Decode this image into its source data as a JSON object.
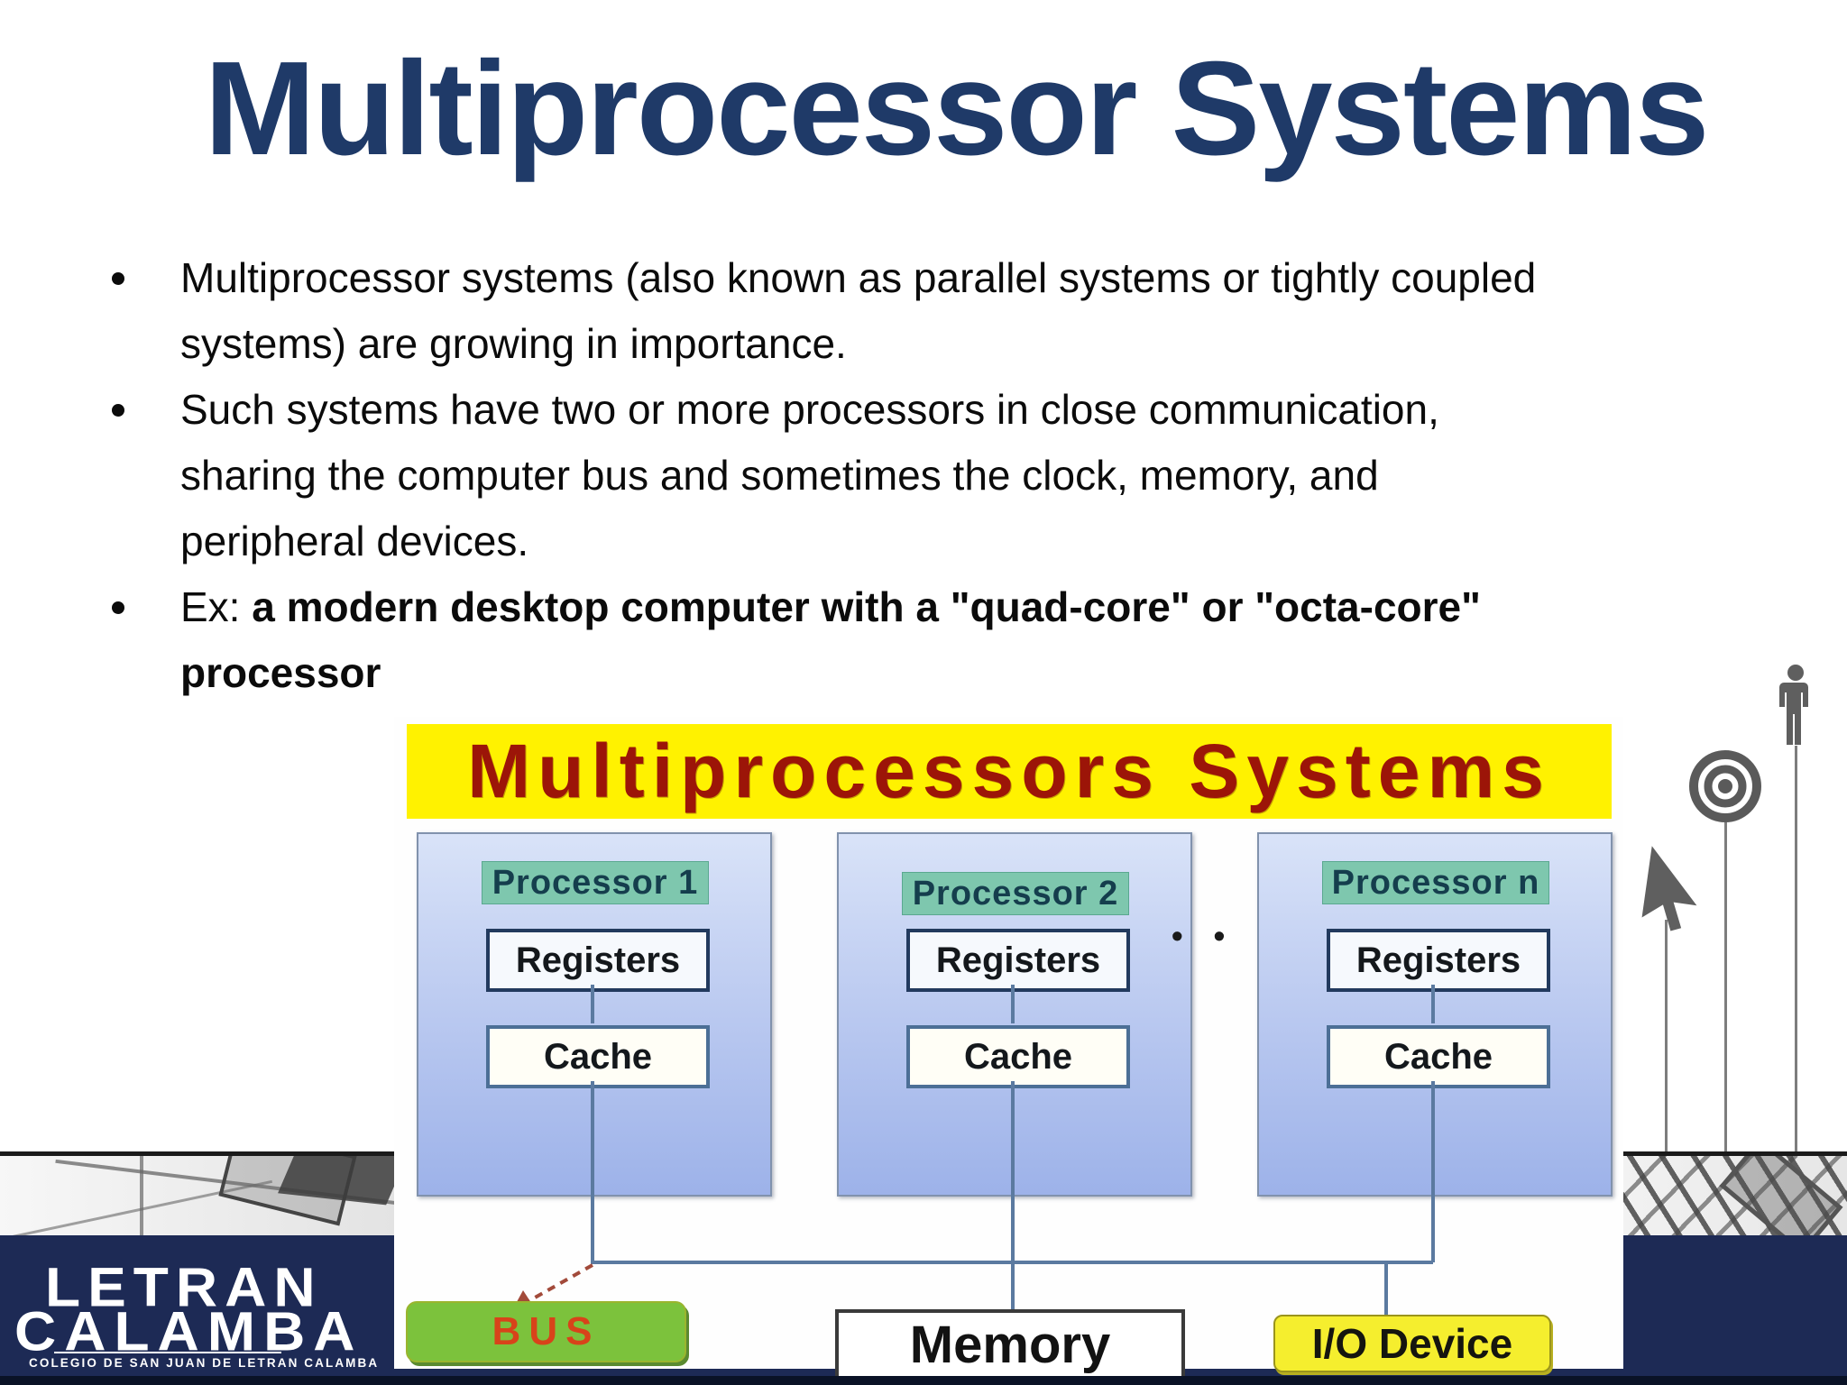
{
  "slide": {
    "title": "Multiprocessor Systems",
    "bullets": [
      {
        "normal": [
          "Multiprocessor systems (also known as parallel systems or tightly coupled",
          "systems) are growing in importance."
        ],
        "bold": ""
      },
      {
        "normal": [
          "Such systems have two or more processors in close communication,",
          "sharing the computer bus and sometimes the clock, memory, and",
          "peripheral devices."
        ],
        "bold": ""
      },
      {
        "normal": "Ex: ",
        "bold": [
          "a modern desktop computer with a \"quad-core\" or \"octa-core\"",
          "processor"
        ]
      }
    ]
  },
  "diagram": {
    "title": "Multiprocessors Systems",
    "processors": [
      {
        "label": "Processor 1",
        "registers": "Registers",
        "cache": "Cache"
      },
      {
        "label": "Processor 2",
        "registers": "Registers",
        "cache": "Cache"
      },
      {
        "label": "Processor n",
        "registers": "Registers",
        "cache": "Cache"
      }
    ],
    "ellipsis": "• •",
    "bus_label": "BUS",
    "memory_label": "Memory",
    "io_label": "I/O Device"
  },
  "footer": {
    "logo_line1": "LETRAN",
    "logo_line2": "CALAMBA",
    "logo_subtext": "COLEGIO DE SAN JUAN DE LETRAN CALAMBA"
  },
  "icons": {
    "person": "person-silhouette",
    "target": "bullseye-target",
    "cursor": "arrow-pointer"
  },
  "colors": {
    "title_navy": "#1f3a68",
    "banner_yellow": "#fff200",
    "banner_red": "#9c1508",
    "processor_fill": "#bac9f0",
    "processor_label_teal": "#7ec7ae",
    "connector_slate": "#5b7aa0",
    "arrow_red": "#a24a3a",
    "bus_green": "#7cc23c",
    "bus_text_red": "#d8431a",
    "io_yellow": "#f5ee2e",
    "navy_band": "#1d2a55",
    "icon_gray": "#5f5f5f"
  }
}
